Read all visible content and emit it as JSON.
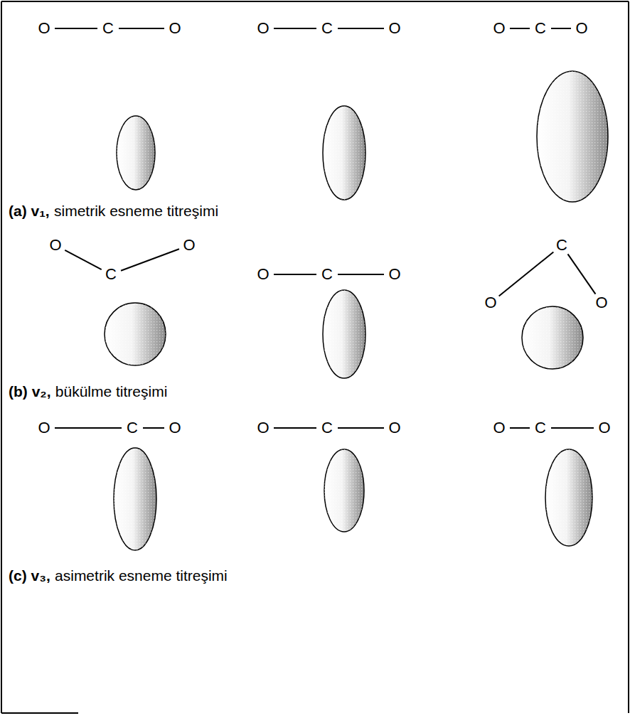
{
  "diagram": {
    "labels": [
      "O",
      "C",
      "O",
      "O",
      "C",
      "O",
      "O",
      "C",
      "O",
      "(a) v₁,",
      "simetrik esneme titreşimi",
      "O",
      "C",
      "O",
      "O",
      "C",
      "O",
      "O",
      "C",
      "O",
      "(b) v₂,",
      "bükülme titreşimi",
      "O",
      "C",
      "O",
      "O",
      "C",
      "O",
      "O",
      "C",
      "O",
      "(c) v₃,",
      "asimetrik esneme titreşimi"
    ]
  }
}
